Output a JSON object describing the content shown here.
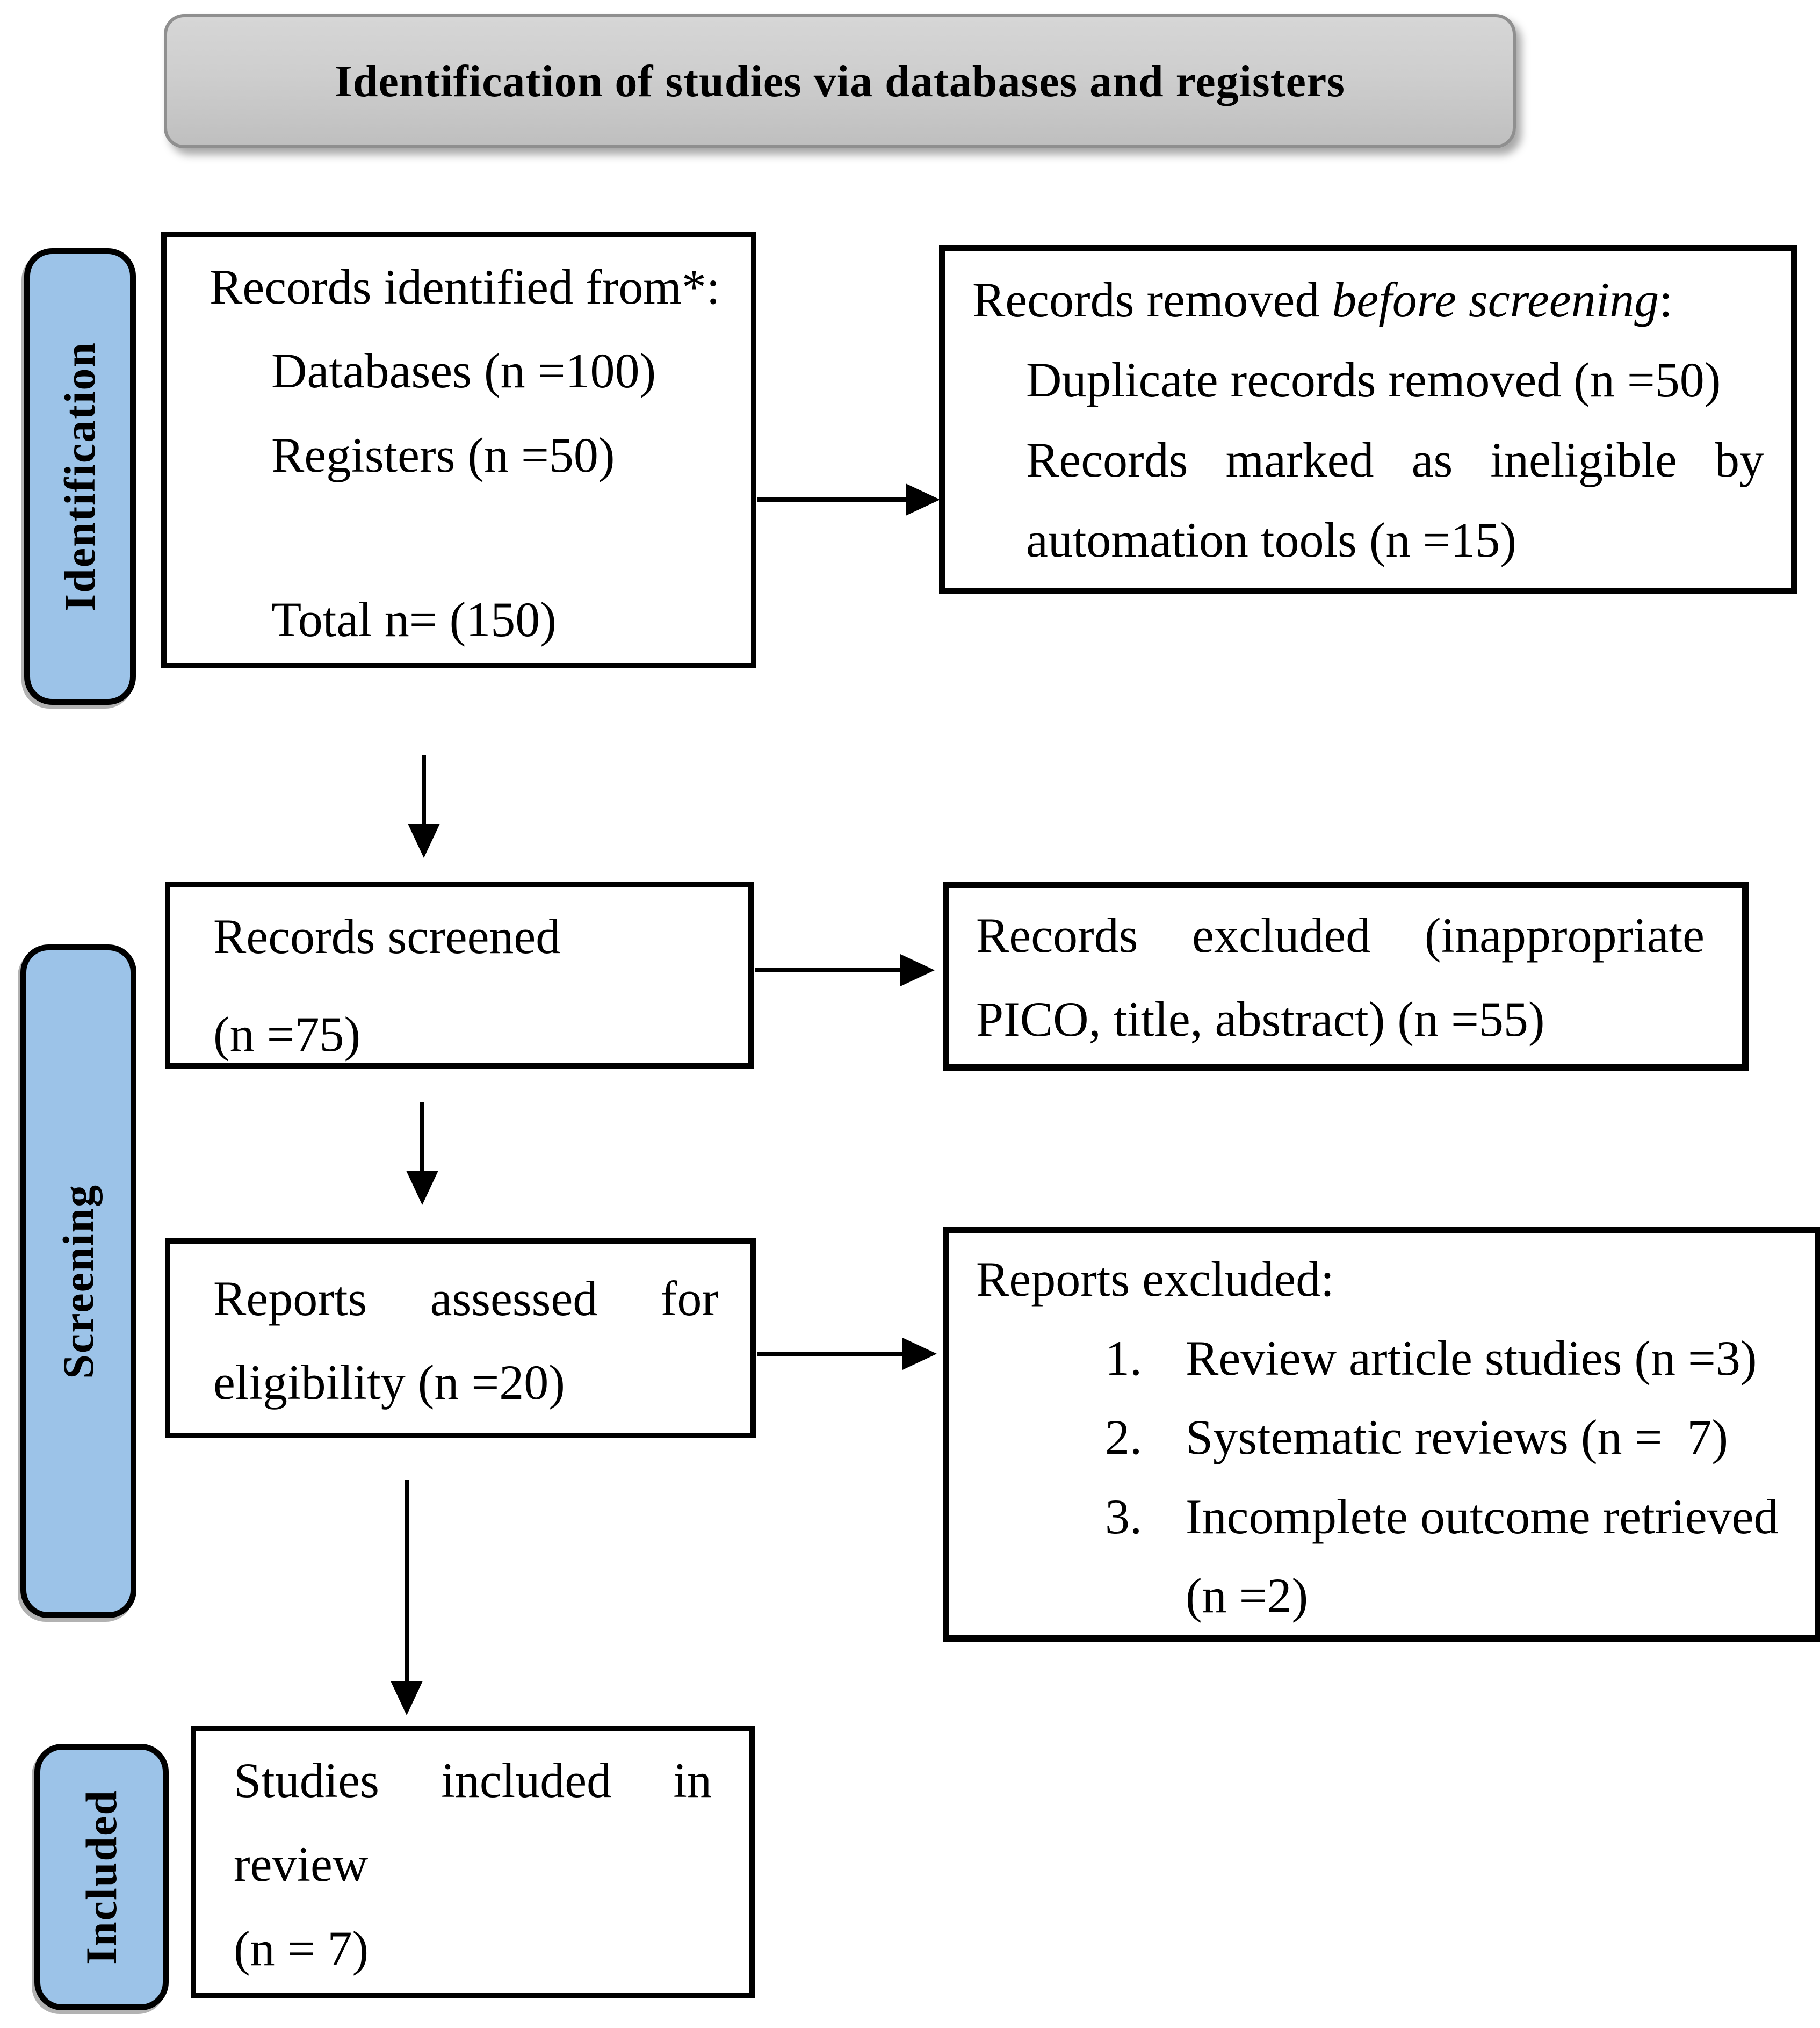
{
  "title": "Identification of studies via databases and registers",
  "colors": {
    "stage_tab_fill": "#9CC3E8",
    "title_banner_fill": "#CCCCCC",
    "box_border": "#000000",
    "text": "#000000"
  },
  "stages": {
    "identification": "Identification",
    "screening": "Screening",
    "included": "Included"
  },
  "boxes": {
    "records_identified": {
      "heading": "Records identified from*:",
      "databases": "Databases (n =100)",
      "registers": "Registers (n =50)",
      "total": "Total n= (150)"
    },
    "records_removed": {
      "heading_prefix": "Records removed ",
      "heading_italic": "before screening",
      "heading_suffix": ":",
      "duplicate": "Duplicate records removed (n =50)",
      "ineligible_line1": "Records marked as ineligible by",
      "ineligible_line2": "automation tools (n =15)"
    },
    "records_screened": {
      "line1": "Records screened",
      "line2": "(n =75)"
    },
    "records_excluded": {
      "line1": "Records excluded (inappropriate",
      "line2": "PICO, title, abstract) (n =55)"
    },
    "reports_assessed": {
      "line1": "Reports assessed for",
      "line2": "eligibility (n =20)"
    },
    "reports_excluded": {
      "heading": "Reports excluded:",
      "item1_num": "1.",
      "item1_text": "Review article studies (n =3)",
      "item2_num": "2.",
      "item2_text": "Systematic reviews (n =  7)",
      "item3_num": "3.",
      "item3_line1": "Incomplete outcome retrieved",
      "item3_line2": "(n =2)"
    },
    "studies_included": {
      "line1": "Studies included in",
      "line2": "review",
      "line3": "(n = 7)"
    }
  }
}
